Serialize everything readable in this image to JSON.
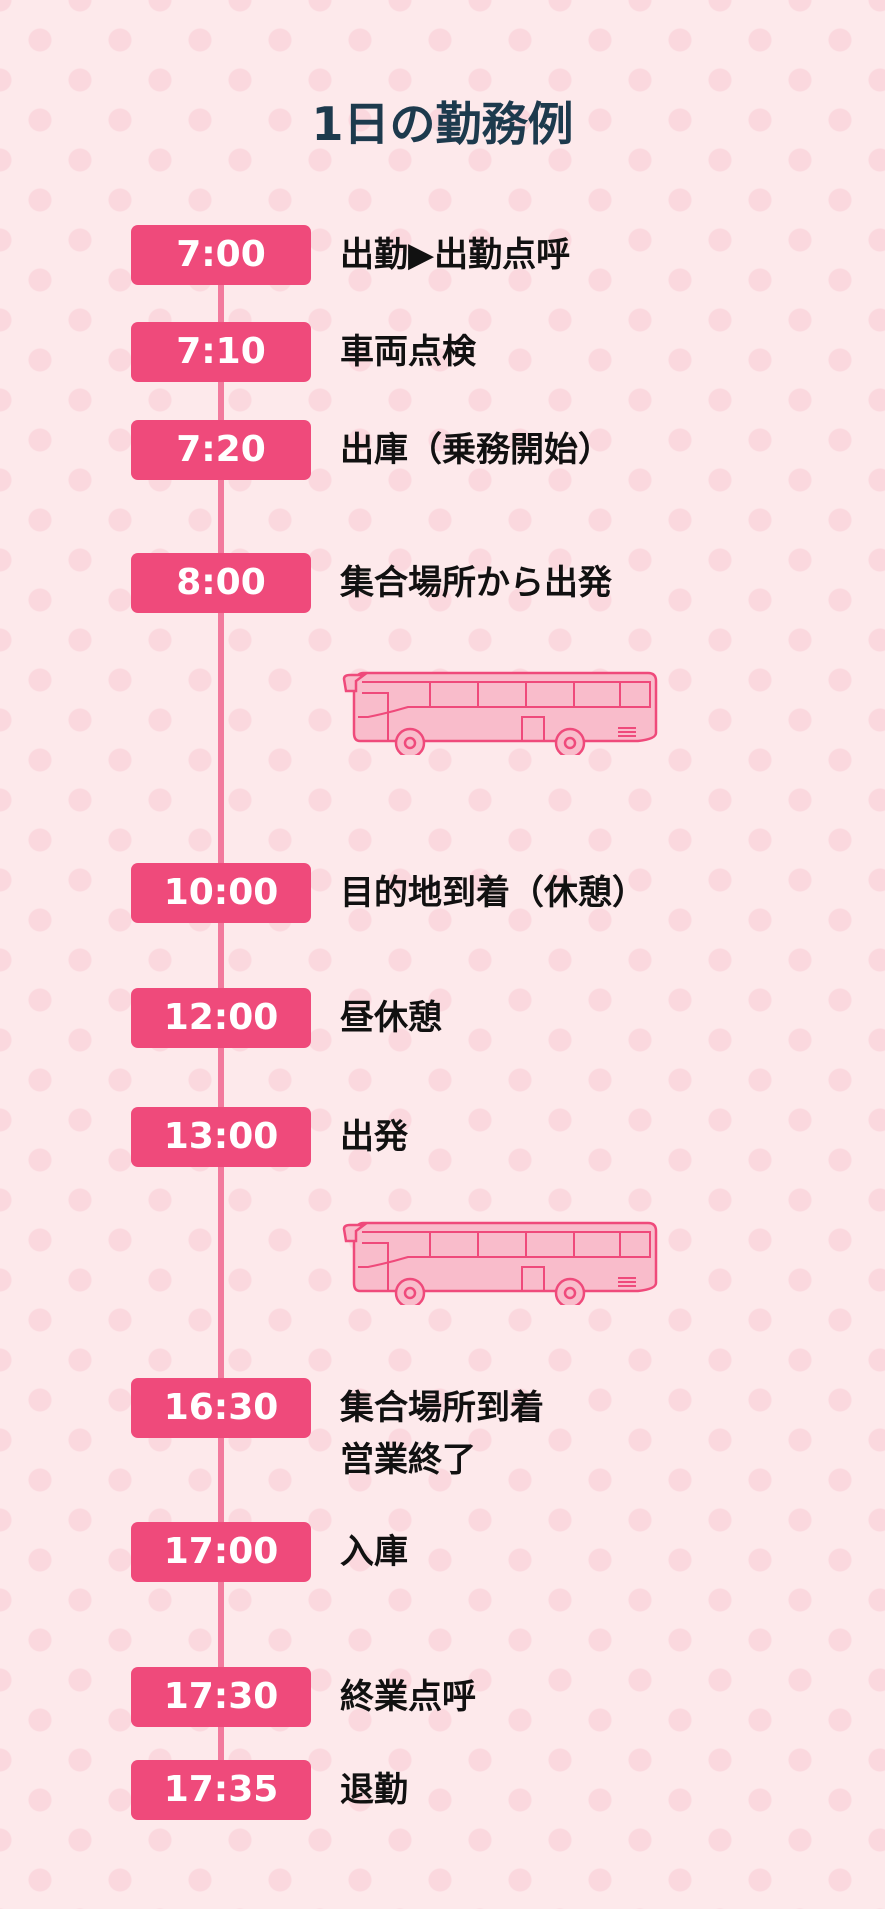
{
  "title": "1日の勤務例",
  "schedule": [
    {
      "time": "7:00",
      "label": "出勤▶出勤点呼"
    },
    {
      "time": "7:10",
      "label": "車両点検"
    },
    {
      "time": "7:20",
      "label": "出庫（乗務開始）"
    },
    {
      "time": "8:00",
      "label": "集合場所から出発"
    },
    {
      "time": "10:00",
      "label": "目的地到着（休憩）"
    },
    {
      "time": "12:00",
      "label": "昼休憩"
    },
    {
      "time": "13:00",
      "label": "出発"
    },
    {
      "time": "16:30",
      "label": "集合場所到着",
      "label2": "営業終了"
    },
    {
      "time": "17:00",
      "label": "入庫"
    },
    {
      "time": "17:30",
      "label": "終業点呼"
    },
    {
      "time": "17:35",
      "label": "退勤"
    }
  ],
  "colors": {
    "accent": "#ef4a7b",
    "line": "#f27a9d",
    "background": "#fde9eb",
    "title": "#1d3a4d"
  },
  "icons": [
    "bus-icon"
  ]
}
